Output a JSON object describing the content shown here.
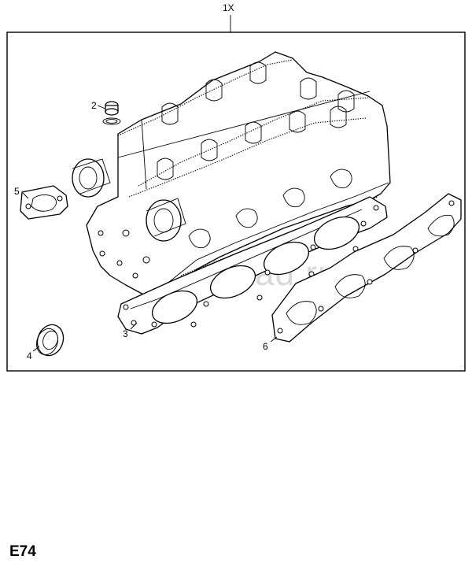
{
  "diagram": {
    "assembly_label": "1X",
    "watermark": "omnisklad.ru",
    "page_code": "E74",
    "callouts": [
      {
        "id": "seal-plug",
        "label": "2"
      },
      {
        "id": "head-gasket",
        "label": "3"
      },
      {
        "id": "oil-seal",
        "label": "4"
      },
      {
        "id": "flange-gasket",
        "label": "5"
      },
      {
        "id": "manifold-gasket",
        "label": "6"
      }
    ]
  }
}
